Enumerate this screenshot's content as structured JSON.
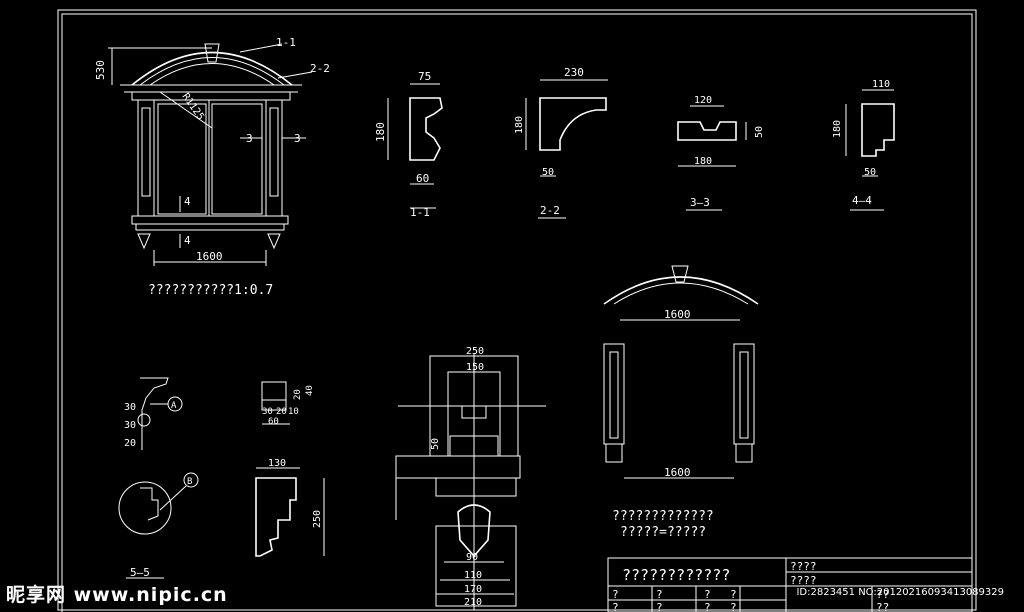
{
  "drawing": {
    "elevation_caption": "???????????1:0.7",
    "arch_caption_1": "?????????????",
    "arch_caption_2": "?????=?????",
    "section_labels": {
      "s1_top": "1-1",
      "s2_top": "2-2",
      "s3_left": "3",
      "s3_right": "3",
      "s4_top": "4",
      "s4_bottom": "4",
      "s1": "1-1",
      "s2": "2-2",
      "s3": "3—3",
      "s4": "4—4",
      "s5": "5—5"
    },
    "dimensions": {
      "arch_height": "530",
      "radius": "R1125",
      "width_main": "1600",
      "p1_top": "75",
      "p1_side": "180",
      "p1_bottom": "60",
      "p2_top": "230",
      "p2_side": "180",
      "p2_bottom": "50",
      "p3_top": "120",
      "p3_side": "50",
      "p3_bottom": "180",
      "p4_top": "110",
      "p4_side": "180",
      "p4_bottom": "50",
      "d5_a": "30",
      "d5_b": "30",
      "d5_c": "20",
      "small_a": "30",
      "small_b": "20",
      "small_c": "10",
      "small_w": "60",
      "small_h1": "20",
      "small_h2": "40",
      "prof_top": "130",
      "prof_side": "250",
      "col_top1": "250",
      "col_top2": "150",
      "col_side": "50",
      "col_b1": "90",
      "col_b2": "110",
      "col_b3": "170",
      "col_b4": "210",
      "arch_width": "1600",
      "pillar_width": "1600"
    },
    "markers": {
      "a": "A",
      "b": "B"
    }
  },
  "title_block": {
    "title": "????????????",
    "r1": "????",
    "r2": "????",
    "c1": "?",
    "c2": "?",
    "c3": "?",
    "c4": "?",
    "c5": "??",
    "c6": "??",
    "d1": "?",
    "d2": "?",
    "d3": "?",
    "d4": "?"
  },
  "watermark": {
    "logo": "昵享网 www.nipic.cn",
    "id": "ID:2823451 NO:20120216093413089329"
  }
}
